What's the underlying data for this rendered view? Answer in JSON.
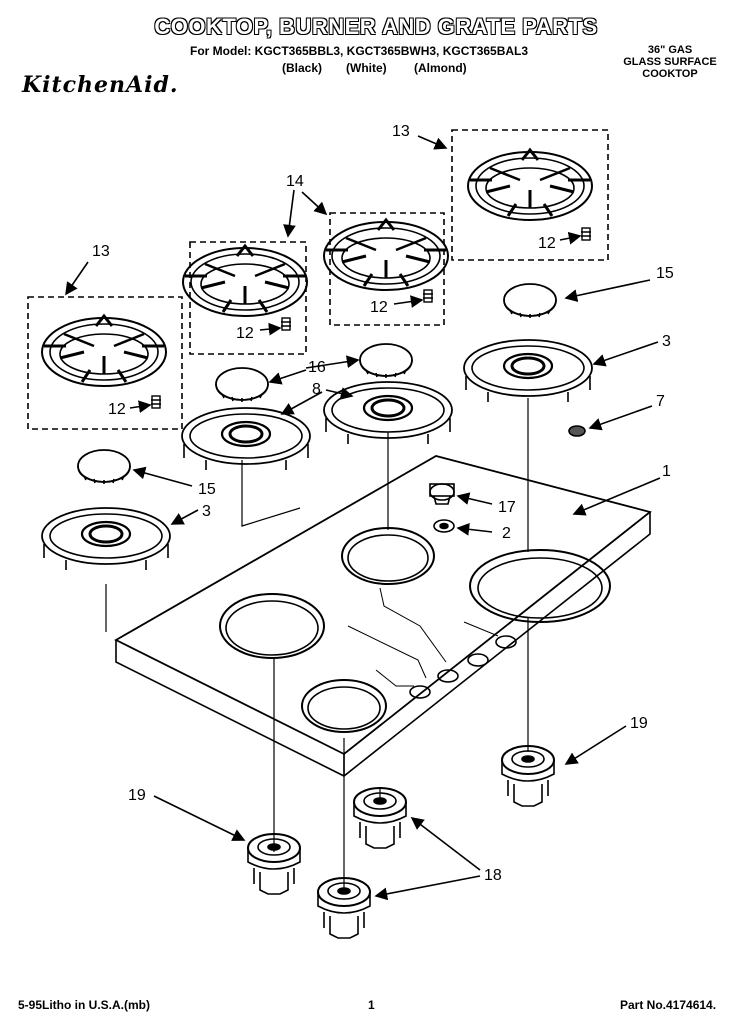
{
  "header": {
    "title": "COOKTOP, BURNER AND GRATE PARTS",
    "models_line": "For Model: KGCT365BBL3, KGCT365BWH3, KGCT365BAL3",
    "finish_black": "(Black)",
    "finish_white": "(White)",
    "finish_almond": "(Almond)",
    "brand": "KitchenAid.",
    "spec_line1": "36\" GAS",
    "spec_line2": "GLASS SURFACE",
    "spec_line3": "COOKTOP"
  },
  "callouts": {
    "grate_large_top": "13",
    "grate_small_label": "14",
    "grate_large_left": "13",
    "clip_a": "12",
    "clip_b": "12",
    "clip_c": "12",
    "clip_d": "12",
    "cap_right": "15",
    "base_right": "3",
    "grommet": "7",
    "cap_small": "16",
    "base_small": "8",
    "cooktop": "1",
    "cap_left": "15",
    "base_left": "3",
    "knob": "17",
    "bezel": "2",
    "valve_right": "19",
    "valve_left": "19",
    "valve_small": "18"
  },
  "footer": {
    "litho": "5-95Litho in U.S.A.(mb)",
    "page": "1",
    "part_no": "Part No.4174614."
  }
}
